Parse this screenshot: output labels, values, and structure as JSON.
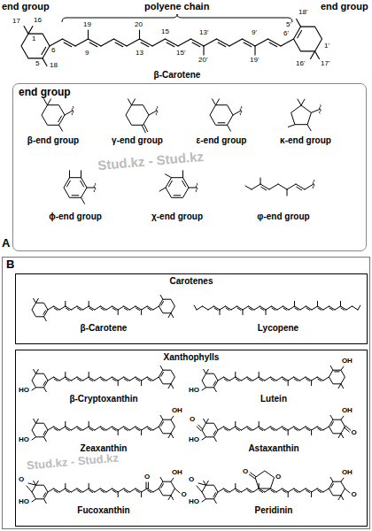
{
  "diagram": {
    "nodes": [
      {
        "text": [
          "end group"
        ]
      },
      {
        "text": [
          "B"
        ]
      },
      {
        "text": [
          "Carotenes"
        ],
        "in": 1
      },
      {
        "text": [
          "Xanthophylls"
        ],
        "in": 1
      }
    ],
    "labels": [
      "end group",
      "polyene chain",
      "end group",
      "17",
      "16",
      "1",
      "6",
      "5",
      "18",
      "19",
      "9",
      "20",
      "13",
      "15",
      "15'",
      "13'",
      "20'",
      "9'",
      "19'",
      "18'",
      "5'",
      "6'",
      "1'",
      "16'",
      "17'",
      "β-Carotene",
      "A",
      "β-end group",
      "γ-end group",
      "ε-end group",
      "κ-end group",
      "ϕ-end group",
      "χ-end group",
      "φ-end group",
      "Stud.kz - Stud.kz",
      "β-Carotene",
      "Lycopene",
      "HO",
      "β-Cryptoxanthin",
      "HO",
      "OH",
      "Lutein",
      "HO",
      "OH",
      "Zeaxanthin",
      "HO",
      "O",
      "OH",
      "O",
      "Astaxanthin",
      "HO",
      "OH",
      "O",
      "O",
      "O",
      "Fucoxanthin",
      "HO",
      "OH",
      "O",
      "O",
      "O",
      "O",
      "Peridinin",
      "Stud.kz - Stud.kz"
    ]
  }
}
